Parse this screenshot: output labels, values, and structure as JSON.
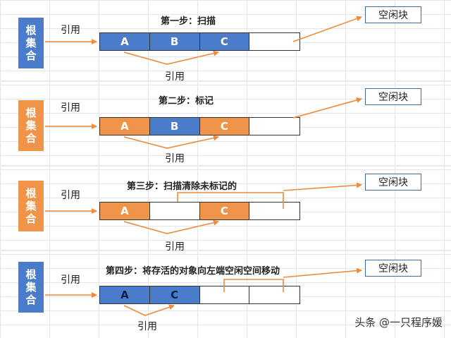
{
  "colors": {
    "blue": "#4a7cc9",
    "orange": "#f0944a",
    "arrow": "#ee8a3c",
    "dark_text": "#0d1f45",
    "white_text": "#ffffff"
  },
  "panels": [
    {
      "root_label": [
        "根",
        "集",
        "合"
      ],
      "root_color": "blue",
      "ref_label": "引用",
      "title": "第一步：扫描",
      "cells": [
        {
          "text": "A",
          "fill": "blue",
          "text_color": "white_text"
        },
        {
          "text": "B",
          "fill": "blue",
          "text_color": "white_text"
        },
        {
          "text": "C",
          "fill": "blue",
          "text_color": "white_text"
        },
        {
          "text": "",
          "fill": "",
          "text_color": ""
        }
      ],
      "under_label": "引用",
      "free_label": "空闲块"
    },
    {
      "root_label": [
        "根",
        "集",
        "合"
      ],
      "root_color": "orange",
      "ref_label": "引用",
      "title": "第二步：标记",
      "cells": [
        {
          "text": "A",
          "fill": "orange",
          "text_color": "white_text"
        },
        {
          "text": "B",
          "fill": "blue",
          "text_color": "white_text"
        },
        {
          "text": "C",
          "fill": "orange",
          "text_color": "white_text"
        },
        {
          "text": "",
          "fill": "",
          "text_color": ""
        }
      ],
      "under_label": "引用",
      "free_label": "空闲块"
    },
    {
      "root_label": [
        "根",
        "集",
        "合"
      ],
      "root_color": "orange",
      "ref_label": "引用",
      "title": "第三步：扫描清除未标记的",
      "cells": [
        {
          "text": "A",
          "fill": "orange",
          "text_color": "white_text"
        },
        {
          "text": "",
          "fill": "",
          "text_color": ""
        },
        {
          "text": "C",
          "fill": "orange",
          "text_color": "white_text"
        },
        {
          "text": "",
          "fill": "",
          "text_color": ""
        }
      ],
      "under_label": "引用",
      "free_label": "空闲块"
    },
    {
      "root_label": [
        "根",
        "集",
        "合"
      ],
      "root_color": "blue",
      "ref_label": "引用",
      "title": "第四步：将存活的对象向左端空闲空间移动",
      "cells": [
        {
          "text": "A",
          "fill": "blue",
          "text_color": "dark_text"
        },
        {
          "text": "C",
          "fill": "blue",
          "text_color": "dark_text"
        },
        {
          "text": "",
          "fill": "",
          "text_color": ""
        },
        {
          "text": "",
          "fill": "",
          "text_color": ""
        }
      ],
      "under_label": "引用",
      "free_label": "空闲块"
    }
  ],
  "watermark": "头条 @一只程序媛"
}
